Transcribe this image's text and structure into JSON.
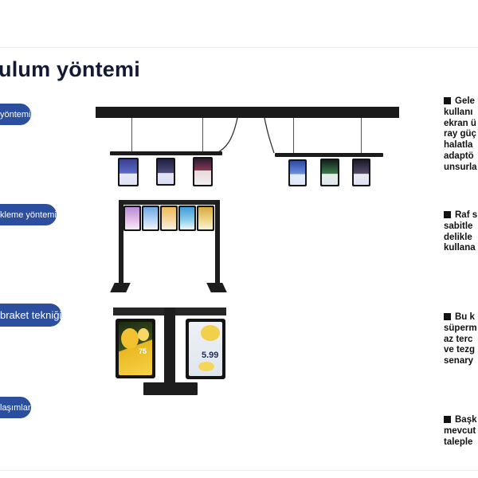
{
  "page": {
    "title": "ulum yöntemi"
  },
  "sections": [
    {
      "label": "yöntemi"
    },
    {
      "label": "kleme yöntemi"
    },
    {
      "label": "braket tekniği"
    },
    {
      "label": "laşımlar"
    }
  ],
  "descriptions": [
    {
      "lines": [
        "Gele",
        "kullanı",
        "ekran ü",
        "ray güç",
        "halatla",
        "adaptö",
        "unsurla"
      ]
    },
    {
      "lines": [
        "Raf s",
        "sabitle",
        "delikle",
        "kullana"
      ]
    },
    {
      "lines": [
        "Bu k",
        "süperm",
        "az terc",
        "ve tezg",
        "senary"
      ]
    },
    {
      "lines": [
        "Başk",
        "mevcut",
        "taleple"
      ]
    }
  ],
  "illustrations": {
    "bracket_left_price": "75",
    "bracket_right_price": "5.99"
  },
  "colors": {
    "accent": "#2b4f9e",
    "title": "#121b33"
  }
}
